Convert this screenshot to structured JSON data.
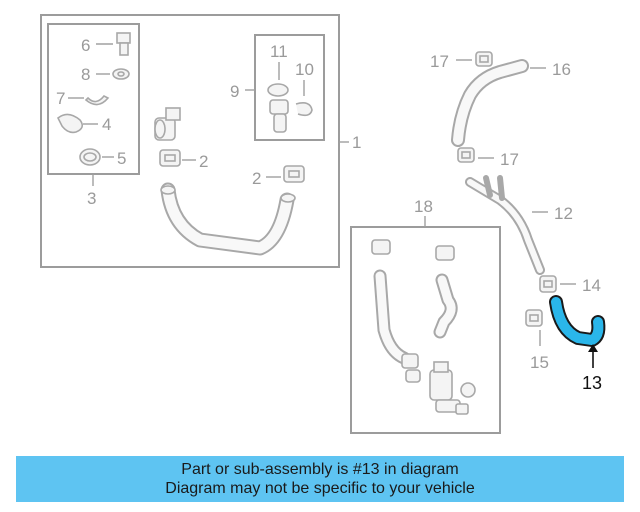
{
  "callouts": {
    "c1": "1",
    "c2a": "2",
    "c2b": "2",
    "c3": "3",
    "c4": "4",
    "c5": "5",
    "c6": "6",
    "c7": "7",
    "c8": "8",
    "c9": "9",
    "c10": "10",
    "c11": "11",
    "c12": "12",
    "c13": "13",
    "c14": "14",
    "c15": "15",
    "c16": "16",
    "c17a": "17",
    "c17b": "17",
    "c18": "18"
  },
  "highlight": {
    "part_number": "13",
    "color": "#2ab6ea"
  },
  "banner": {
    "line1": "Part or sub-assembly is #13 in diagram",
    "line2": "Diagram may not be specific to your vehicle",
    "color": "#5ec4f2"
  }
}
